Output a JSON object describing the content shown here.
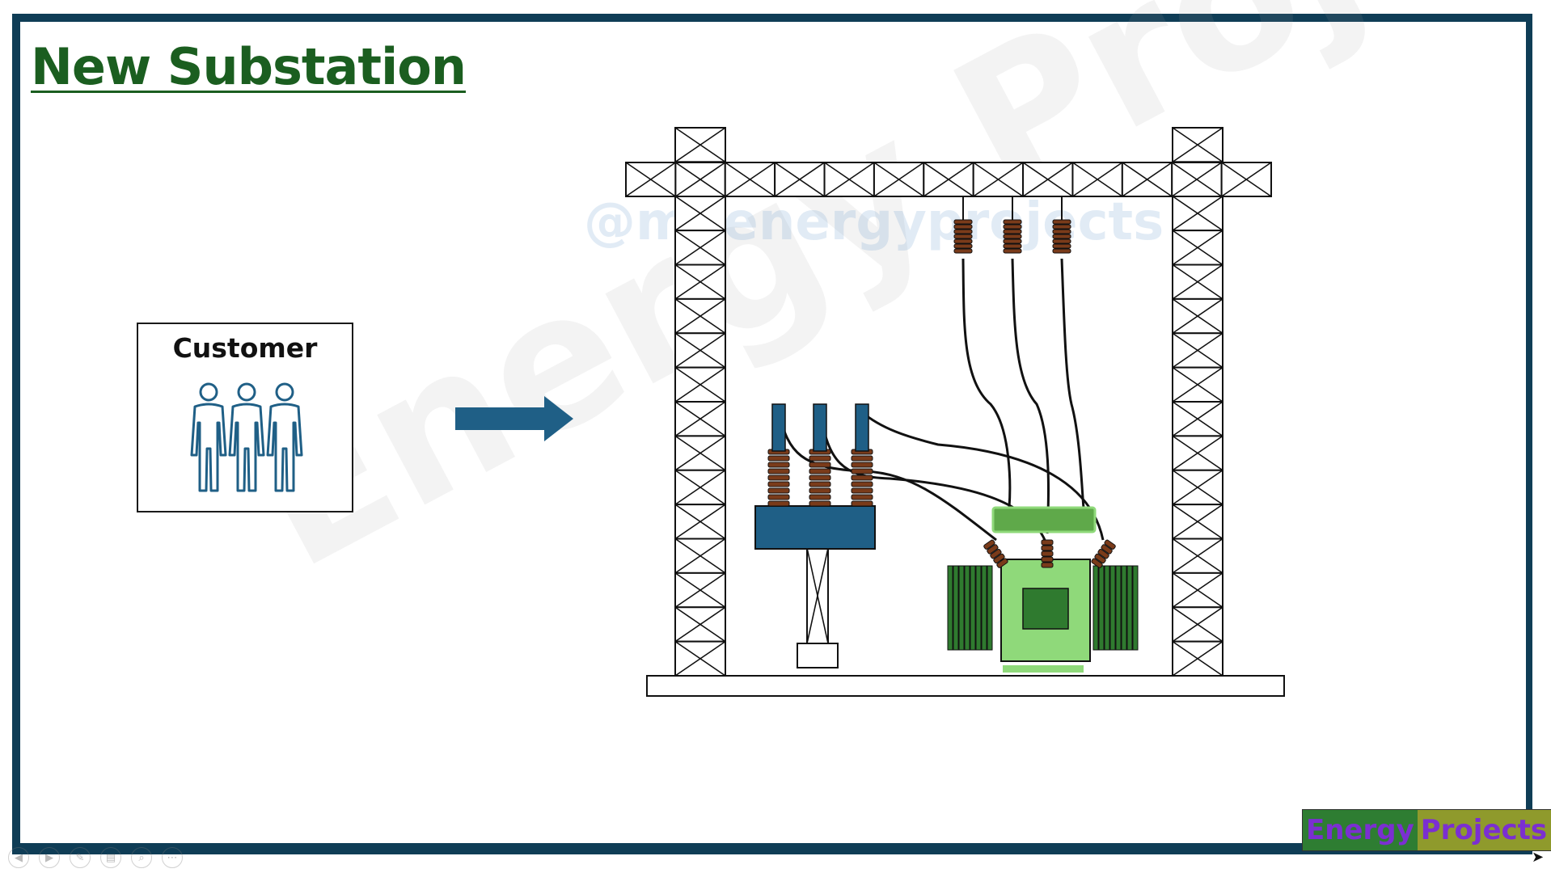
{
  "slide": {
    "title": "New Substation"
  },
  "customer": {
    "label": "Customer",
    "icon": "people-group-icon"
  },
  "arrow": {
    "icon": "right-arrow-icon",
    "color": "#1f5f86"
  },
  "watermarks": {
    "channel": "@myenergyprojects",
    "brand": "Energy Projects"
  },
  "logo": {
    "part1": "Energy",
    "part2": "Projects"
  },
  "colors": {
    "frame": "#0f3d56",
    "title": "#1b5e20",
    "breaker_body": "#1f5f86",
    "insulator": "#7a3b1a",
    "transformer_light": "#8fd97a",
    "transformer_dark": "#2f7a2f"
  },
  "toolbar": {
    "buttons": [
      "prev-icon",
      "play-icon",
      "pen-icon",
      "slides-icon",
      "zoom-icon",
      "more-icon"
    ],
    "glyphs": [
      "◀",
      "▶",
      "✎",
      "▤",
      "⌕",
      "⋯"
    ]
  }
}
